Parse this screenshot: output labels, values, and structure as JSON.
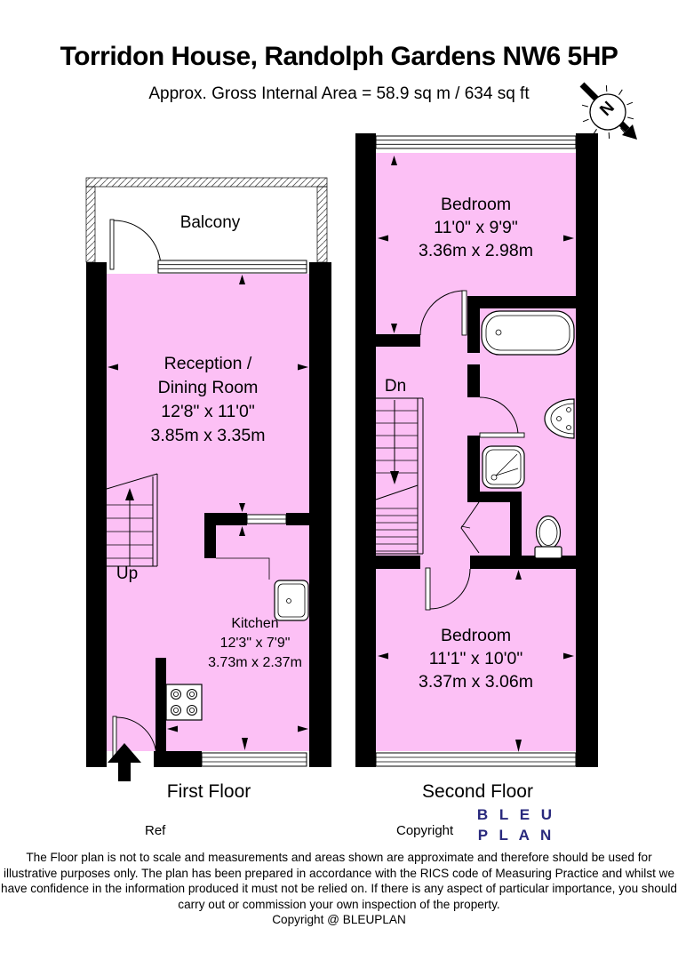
{
  "header": {
    "title": "Torridon House, Randolph Gardens NW6 5HP",
    "subtitle": "Approx. Gross Internal Area = 58.9 sq m / 634 sq ft"
  },
  "compass": {
    "letter": "N"
  },
  "first_floor": {
    "floor_label": "First Floor",
    "balcony_label": "Balcony",
    "reception": {
      "line1": "Reception /",
      "line2": "Dining Room",
      "dims_imperial": "12'8\" x 11'0\"",
      "dims_metric": "3.85m x 3.35m"
    },
    "kitchen": {
      "name": "Kitchen",
      "dims_imperial": "12'3\" x 7'9\"",
      "dims_metric": "3.73m x 2.37m"
    },
    "stairs_label": "Up"
  },
  "second_floor": {
    "floor_label": "Second Floor",
    "bedroom_top": {
      "name": "Bedroom",
      "dims_imperial": "11'0\" x 9'9\"",
      "dims_metric": "3.36m x 2.98m"
    },
    "bedroom_bottom": {
      "name": "Bedroom",
      "dims_imperial": "11'1\" x 10'0\"",
      "dims_metric": "3.37m x 3.06m"
    },
    "stairs_label": "Dn"
  },
  "footer": {
    "ref_label": "Ref",
    "copyright_label": "Copyright",
    "logo_line1": "B L E U",
    "logo_line2": "P L A N",
    "disclaimer_lines": [
      "The Floor plan is not to scale and measurements and areas shown are approximate and therefore should be used for",
      "illustrative purposes only. The plan has been prepared in accordance with the RICS code of Measuring Practice and whilst we",
      "have confidence in the information produced it must not be relied on. If there is any aspect of particular importance, you should",
      "carry out or commission your own inspection of the property.",
      "Copyright @ BLEUPLAN"
    ]
  },
  "colors": {
    "room_fill": "#fcc0f5",
    "wall": "#000000",
    "logo_navy": "#29297d"
  }
}
